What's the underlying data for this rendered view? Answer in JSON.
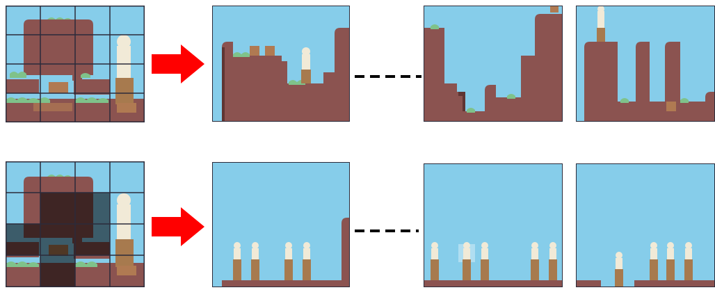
{
  "colors": {
    "sky": "#86cdea",
    "terrain": "#8b5350",
    "terrain_shadow": "#5f3533",
    "grass": "#7fc28a",
    "totem": "#f1ead7",
    "totem_base": "#a77a4e",
    "block": "#b07a52",
    "grid_line": "#2b2b3a",
    "mask": "#000000",
    "arrow": "#ff0000",
    "dash": "#000000"
  },
  "rows": [
    {
      "name": "original-sample",
      "source_panel": "tiled-source-sample",
      "masked": false,
      "arrow_icon": "right-arrow-icon",
      "generated_panels": [
        "generated-level-1",
        "generated-level-2",
        "generated-level-3"
      ]
    },
    {
      "name": "masked-sample",
      "source_panel": "tiled-source-sample-masked",
      "masked": true,
      "arrow_icon": "right-arrow-icon",
      "generated_panels": [
        "generated-level-1",
        "generated-level-2",
        "generated-level-3"
      ]
    }
  ],
  "icons": [
    "right-arrow-icon",
    "ellipsis-dash-icon",
    "totem-icon",
    "crate-icon"
  ]
}
